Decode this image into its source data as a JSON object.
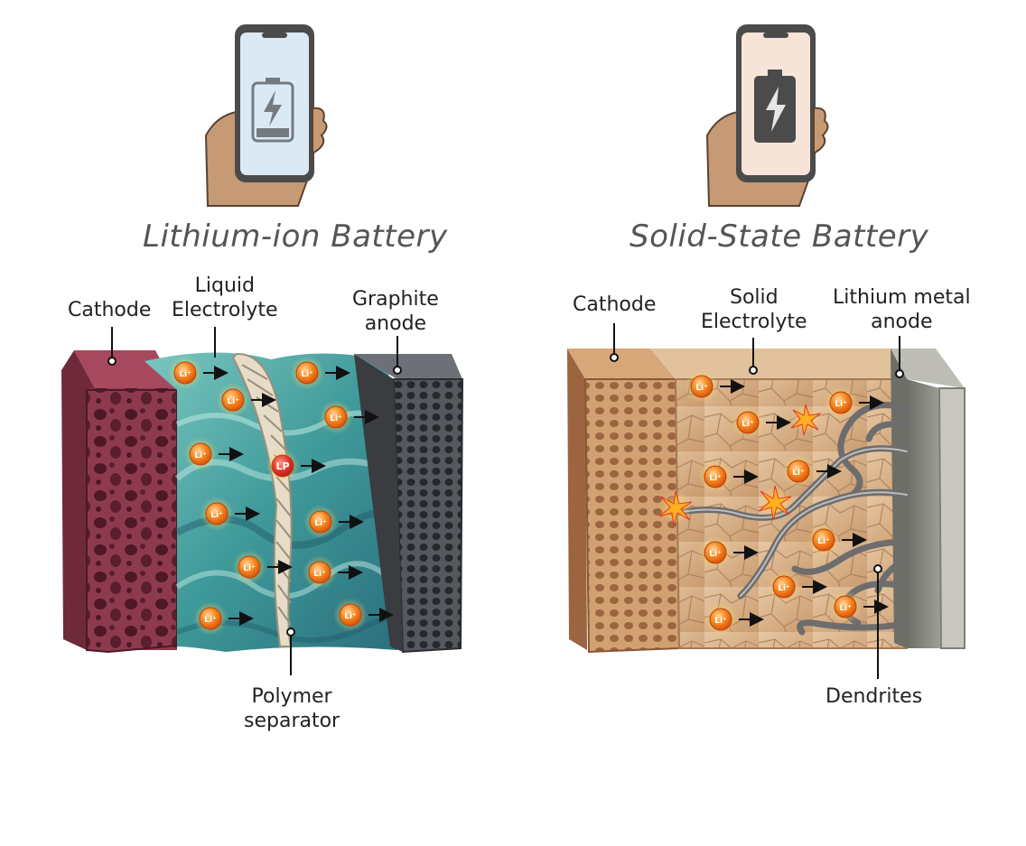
{
  "left_panel": {
    "title": "Lithium-ion Battery",
    "labels": {
      "cathode": "Cathode",
      "electrolyte_line1": "Liquid",
      "electrolyte_line2": "Electrolyte",
      "anode_line1": "Graphite",
      "anode_line2": "anode",
      "separator_line1": "Polymer",
      "separator_line2": "separator"
    },
    "ion_label": "Li⁺",
    "special_ion_label": "LP"
  },
  "right_panel": {
    "title": "Solid-State Battery",
    "labels": {
      "cathode": "Cathode",
      "electrolyte_line1": "Solid",
      "electrolyte_line2": "Electrolyte",
      "anode_line1": "Lithium metal",
      "anode_line2": "anode",
      "dendrites": "Dendrites"
    },
    "ion_label": "Li⁺"
  },
  "colors": {
    "li_cathode": "#8e3a4e",
    "li_electrolyte": "#3f9a9a",
    "li_anode": "#4a4d52",
    "ss_cathode": "#c8956a",
    "ss_electrolyte": "#d9b48f",
    "ss_anode": "#8a8a82",
    "ion": "#f07a1e",
    "dendrite": "#6d6d6d"
  },
  "icons": {
    "left_phone": "phone-low-battery-icon",
    "right_phone": "phone-charging-battery-icon"
  }
}
